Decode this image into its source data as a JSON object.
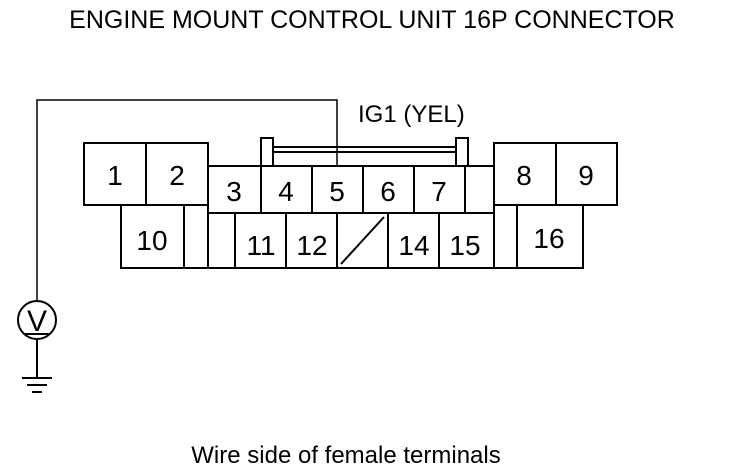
{
  "title": "ENGINE MOUNT CONTROL UNIT 16P CONNECTOR",
  "wire_label": "IG1 (YEL)",
  "caption": "Wire side of female terminals",
  "terminals": {
    "t1": "1",
    "t2": "2",
    "t3": "3",
    "t4": "4",
    "t5": "5",
    "t6": "6",
    "t7": "7",
    "t8": "8",
    "t9": "9",
    "t10": "10",
    "t11": "11",
    "t12": "12",
    "t14": "14",
    "t15": "15",
    "t16": "16"
  },
  "voltmeter_symbol": "V",
  "colors": {
    "line": "#000000",
    "background": "#ffffff"
  }
}
